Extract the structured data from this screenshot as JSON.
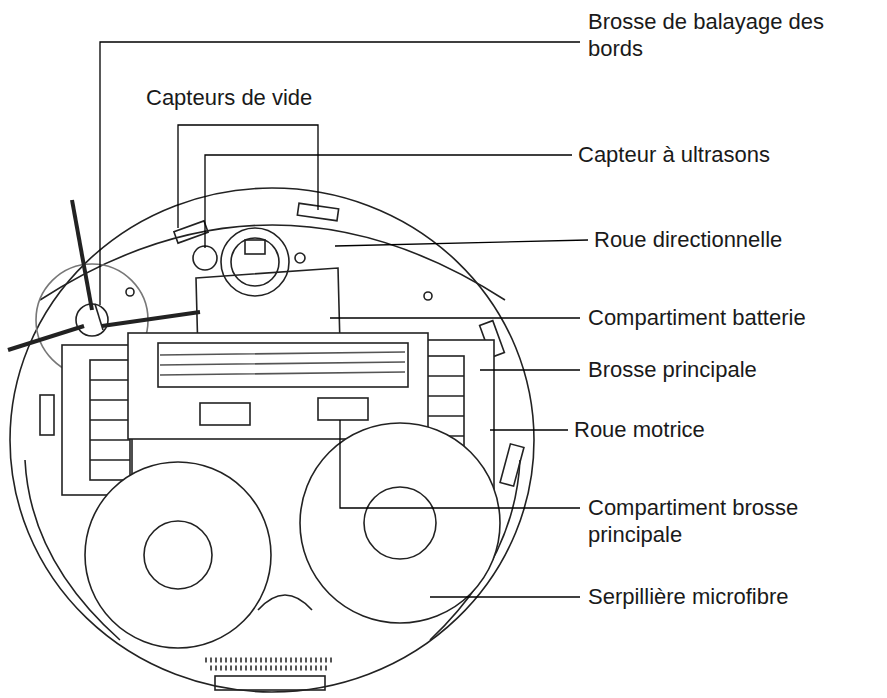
{
  "diagram": {
    "labels": [
      "Brosse de balayage des bords",
      "Capteurs de vide",
      "Capteur à ultrasons",
      "Roue directionnelle",
      "Compartiment batterie",
      "Brosse principale",
      "Roue motrice",
      "Compartiment brosse principale",
      "Serpillière microfibre"
    ]
  }
}
